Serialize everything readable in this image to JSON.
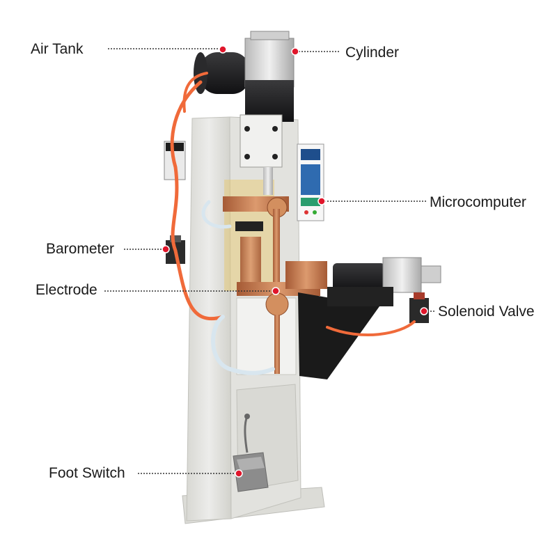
{
  "callouts": [
    {
      "key": "air_tank",
      "label": "Air Tank"
    },
    {
      "key": "cylinder",
      "label": "Cylinder"
    },
    {
      "key": "microcomputer",
      "label": "Microcomputer"
    },
    {
      "key": "barometer",
      "label": "Barometer"
    },
    {
      "key": "electrode",
      "label": "Electrode"
    },
    {
      "key": "solenoid_valve",
      "label": "Solenoid Valve"
    },
    {
      "key": "foot_switch",
      "label": "Foot Switch"
    }
  ],
  "colors": {
    "frame": "#e7e7e3",
    "frame_shadow": "#c9c9c4",
    "copper": "#c7794f",
    "black_part": "#1c1c1e",
    "hose": "#f06a3a",
    "marker_dot": "#e0162b",
    "leader_line": "#333333"
  }
}
